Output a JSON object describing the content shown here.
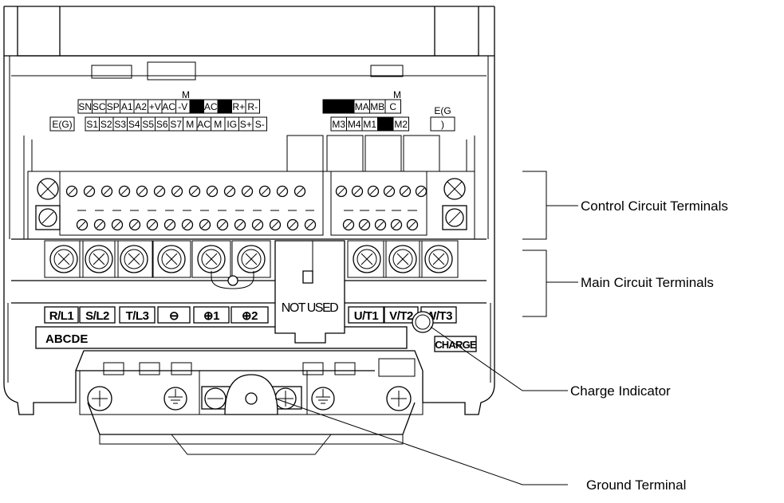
{
  "callouts": {
    "control": "Control Circuit Terminals",
    "main": "Main Circuit Terminals",
    "charge": "Charge Indicator",
    "ground": "Ground Terminal"
  },
  "terminal_strip": {
    "top_row": [
      "SN",
      "SC",
      "SP",
      "A1",
      "A2",
      "+V",
      "AC",
      "-V",
      "",
      "AC",
      "",
      "R+",
      "R-"
    ],
    "bottom_row": [
      "S1",
      "S2",
      "S3",
      "S4",
      "S5",
      "S6",
      "S7",
      "M",
      "AC",
      "M",
      "IG",
      "S+",
      "S-"
    ],
    "left_label": "E(G)",
    "small_m_left": "M",
    "relay_top": [
      "",
      "",
      "MA",
      "MB",
      "C"
    ],
    "relay_bottom": [
      "M3",
      "M4",
      "M1",
      "",
      "M2"
    ],
    "small_m_right": "M",
    "right_label_line1": "E(G",
    "right_label_line2": ")"
  },
  "main_labels": [
    "R/L1",
    "S/L2",
    "T/L3",
    "⊖",
    "⊕1",
    "⊕2",
    "U/T1",
    "V/T2",
    "W/T3"
  ],
  "not_used": "NOT USED",
  "nameplate": "ABCDE",
  "charge_label": "CHARGE"
}
